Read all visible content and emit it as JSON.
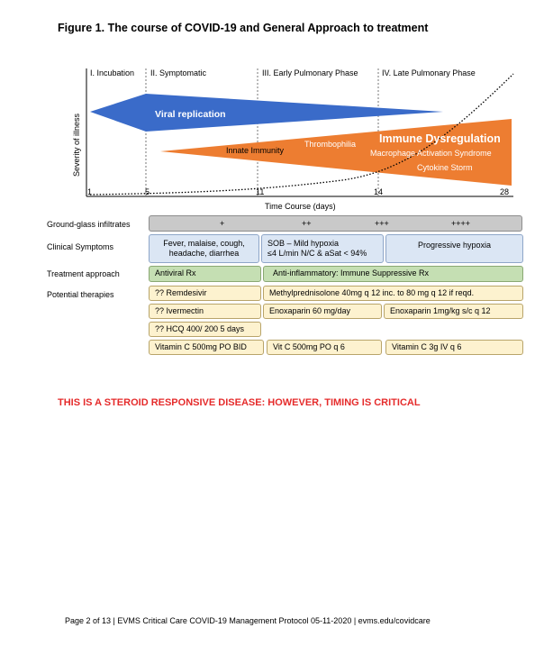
{
  "figure_title": "Figure 1.  The course of COVID-19 and General Approach to treatment",
  "phases": [
    "I. Incubation",
    "II. Symptomatic",
    "III. Early Pulmonary Phase",
    "IV. Late Pulmonary Phase"
  ],
  "y_axis_label": "Severity of illness",
  "x_ticks": [
    "1",
    "5",
    "11",
    "14",
    "28"
  ],
  "x_axis_label": "Time Course (days)",
  "diagram_labels": {
    "viral_replication": "Viral replication",
    "innate_immunity": "Innate Immunity",
    "thrombophilia": "Thrombophilia",
    "immune_dysregulation": "Immune Dysregulation",
    "macrophage": "Macrophage Activation Syndrome",
    "cytokine_storm": "Cytokine Storm"
  },
  "colors": {
    "blue": "#3a6bc9",
    "orange": "#ed7d31",
    "warning_red": "#e52b2b"
  },
  "rows": {
    "ground_glass": "Ground-glass infiltrates",
    "clinical": "Clinical Symptoms",
    "treatment": "Treatment approach",
    "therapies": "Potential therapies"
  },
  "ground_glass_grades": [
    "+",
    "++",
    "+++",
    "++++"
  ],
  "symptoms": {
    "early_1": "Fever, malaise, cough,",
    "early_2": "headache, diarrhea",
    "mid_1": "SOB – Mild hypoxia",
    "mid_2": "≤4 L/min N/C & aSat < 94%",
    "late": "Progressive hypoxia"
  },
  "treatment": {
    "early": "Antiviral Rx",
    "late": "Anti-inflammatory: Immune Suppressive Rx"
  },
  "therapies": {
    "remdesivir": "?? Remdesivir",
    "methylpred": "Methylprednisolone 40mg q 12 inc. to 80 mg q 12 if reqd.",
    "ivermectin": "?? Ivermectin",
    "enox_60": "Enoxaparin 60 mg/day",
    "enox_1mg": "Enoxaparin 1mg/kg s/c q 12",
    "hcq": "?? HCQ  400/ 200 5 days",
    "vitc_po_bid": "Vitamin C 500mg PO BID",
    "vitc_po_q6": "Vit C 500mg PO q 6",
    "vitc_iv": "Vitamin C 3g IV q 6"
  },
  "warning": "THIS IS A STEROID RESPONSIVE DISEASE: HOWEVER, TIMING IS CRITICAL",
  "footer": "Page 2 of 13 | EVMS Critical Care COVID-19 Management Protocol 05-11-2020 | evms.edu/covidcare"
}
